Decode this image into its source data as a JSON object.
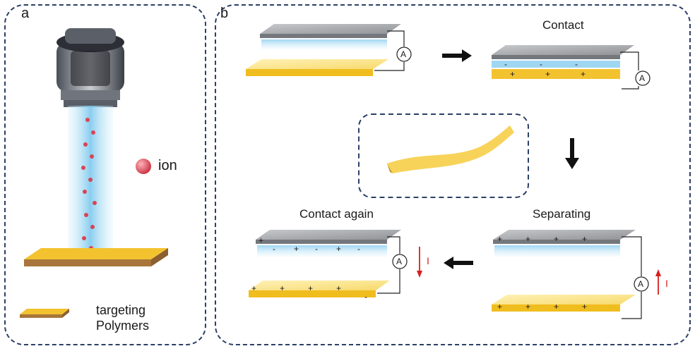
{
  "panel_a": {
    "letter": "a",
    "legend_ion": "ion",
    "legend_polymer_line1": "targeting",
    "legend_polymer_line2": "Polymers"
  },
  "panel_b": {
    "letter": "b",
    "step1_label": "Contact",
    "step3_label": "Separating",
    "step4_label": "Contact again",
    "ammeter_symbol": "A",
    "current_symbol": "I",
    "positive_symbol": "+",
    "negative_symbol": "-"
  },
  "colors": {
    "frame": "#2b3f66",
    "polymer": "#f3c22f",
    "ion": "#e04a5a",
    "beam": "#9fd6f2",
    "electrode": "#a9adb3",
    "current_arrow": "#d62020"
  }
}
